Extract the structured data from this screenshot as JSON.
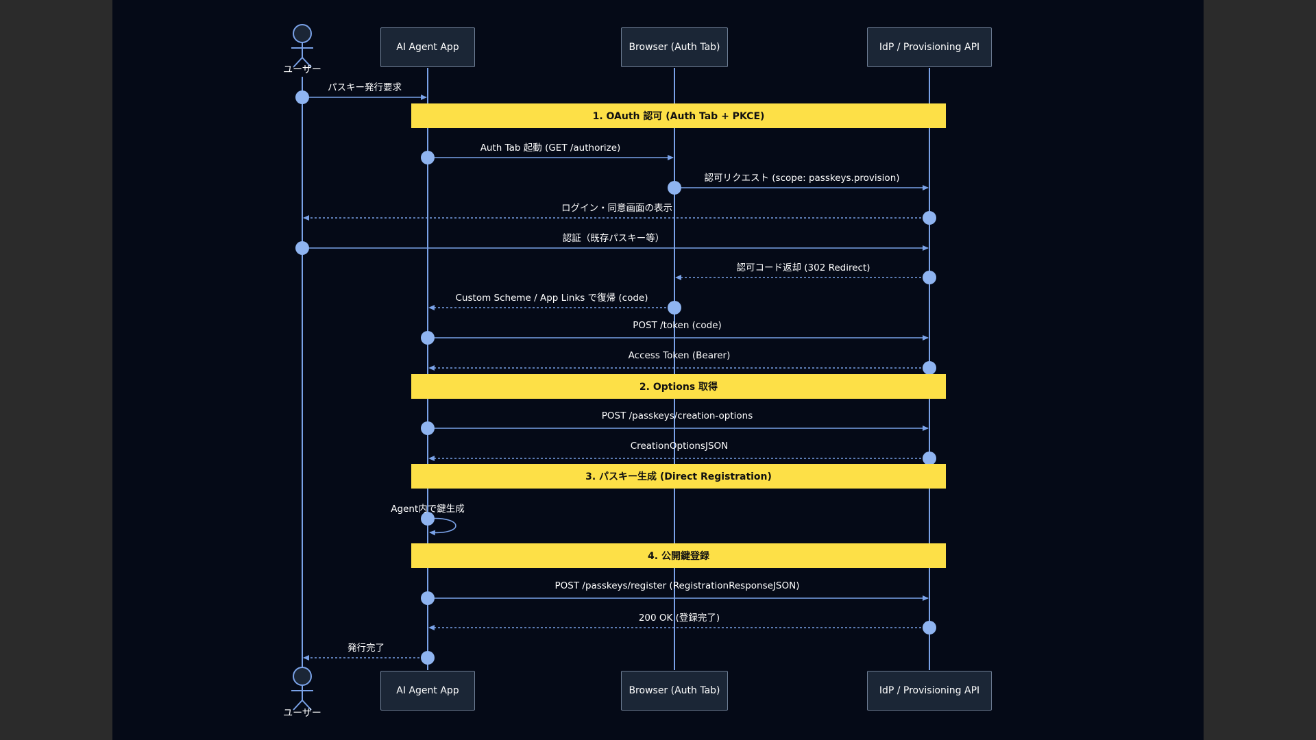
{
  "participants": {
    "user": "ユーザー",
    "agent": "AI Agent App",
    "browser": "Browser (Auth Tab)",
    "idp": "IdP / Provisioning API"
  },
  "sections": [
    "1. OAuth 認可 (Auth Tab + PKCE)",
    "2. Options 取得",
    "3. パスキー生成 (Direct Registration)",
    "4. 公開鍵登録"
  ],
  "messages": [
    "パスキー発行要求",
    "Auth Tab 起動 (GET /authorize)",
    "認可リクエスト (scope: passkeys.provision)",
    "ログイン・同意画面の表示",
    "認証（既存パスキー等）",
    "認可コード返却 (302 Redirect)",
    "Custom Scheme / App Links で復帰 (code)",
    "POST /token (code)",
    "Access Token (Bearer)",
    "POST /passkeys/creation-options",
    "CreationOptionsJSON",
    "Agent内で鍵生成",
    "POST /passkeys/register (RegistrationResponseJSON)",
    "200 OK (登録完了)",
    "発行完了"
  ],
  "colors": {
    "line": "#7aa2e8",
    "dot": "#8fb4f0",
    "section": "#fde047",
    "background": "#050a17"
  }
}
